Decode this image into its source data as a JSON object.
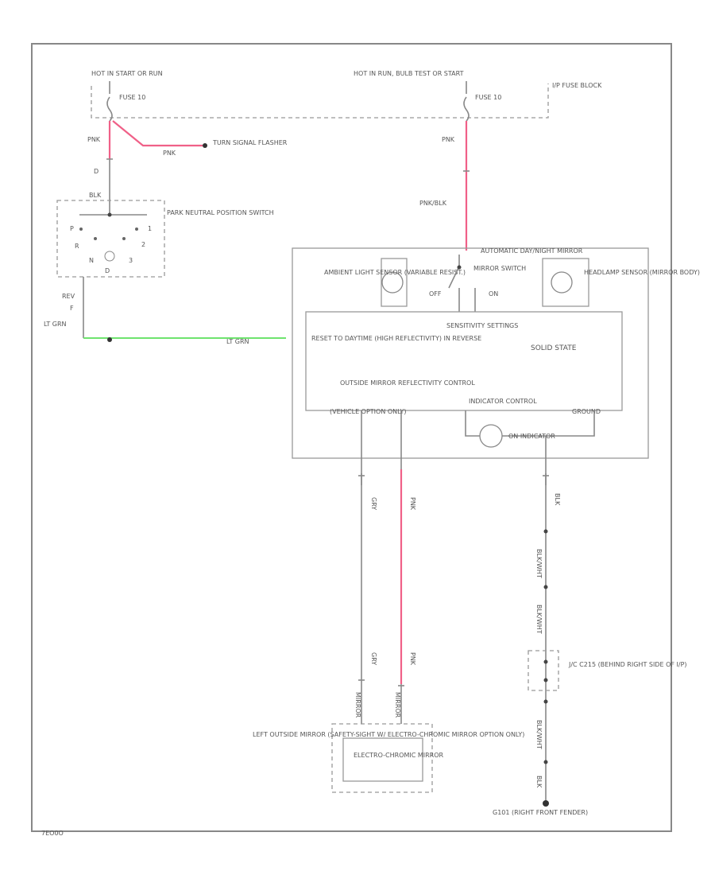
{
  "colors": {
    "frame": "#888888",
    "wire": "#8a8a8a",
    "pink_wire": "#f06088",
    "lt_grn_wire": "#6fe36f"
  },
  "power": {
    "left_hot": "HOT IN START OR RUN",
    "right_hot": "HOT IN RUN, BULB TEST OR START",
    "fuse_left": "FUSE 10",
    "fuse_right": "FUSE 10",
    "fuse_block_label": "I/P FUSE BLOCK"
  },
  "turn_signal": {
    "wire": "PNK",
    "label": "TURN SIGNAL FLASHER"
  },
  "left_circuit": {
    "wire_top": "PNK",
    "pin_d": "D",
    "wire_blk": "BLK",
    "pins": [
      "P",
      "R",
      "N",
      "D",
      "3",
      "2",
      "1"
    ],
    "park_neutral": "PARK NEUTRAL POSITION SWITCH",
    "wire_rev": "REV",
    "pin_f": "F",
    "lt_grn": "LT GRN"
  },
  "right_circuit": {
    "wire_top": "PNK",
    "wire_mid": "PNK/BLK"
  },
  "module": {
    "title": "AUTOMATIC DAY/NIGHT MIRROR",
    "ambient": "AMBIENT LIGHT SENSOR (VARIABLE RESIST.)",
    "mirror_switch": "MIRROR SWITCH",
    "off": "OFF",
    "on": "ON",
    "headlamp": "HEADLAMP SENSOR (MIRROR BODY)",
    "sensitivity": "SENSITIVITY SETTINGS",
    "reset": "RESET TO DAYTIME (HIGH REFLECTIVITY) IN REVERSE",
    "solid_state": "SOLID STATE",
    "lt_grn": "LT GRN",
    "outside_mirror": "OUTSIDE MIRROR REFLECTIVITY CONTROL",
    "indicator": "INDICATOR CONTROL",
    "ground": "GROUND",
    "on_indicator": "ON INDICATOR",
    "safety_only": "(VEHICLE OPTION ONLY)"
  },
  "bottom_wires": {
    "left_gry": "GRY",
    "left_gry2": "GRY",
    "mid_pnk": "PNK",
    "mid_pnk2": "PNK",
    "right_blk": "BLK",
    "blk_wht1": "BLK/WHT",
    "blk_wht2": "BLK/WHT",
    "blk_wht3": "BLK/WHT",
    "mir_conn1": "MIRROR",
    "mir_conn2": "MIRROR",
    "ground_conn": "BLK"
  },
  "junction": {
    "label": "J/C C215 (BEHIND RIGHT SIDE OF I/P)"
  },
  "left_mirror": {
    "caption": "LEFT OUTSIDE MIRROR (SAFETY-SIGHT W/ ELECTRO-CHROMIC MIRROR OPTION ONLY)",
    "component": "ELECTRO-CHROMIC MIRROR"
  },
  "ground": {
    "label": "G101 (RIGHT FRONT FENDER)"
  },
  "footer": {
    "code": "7EO0O"
  }
}
